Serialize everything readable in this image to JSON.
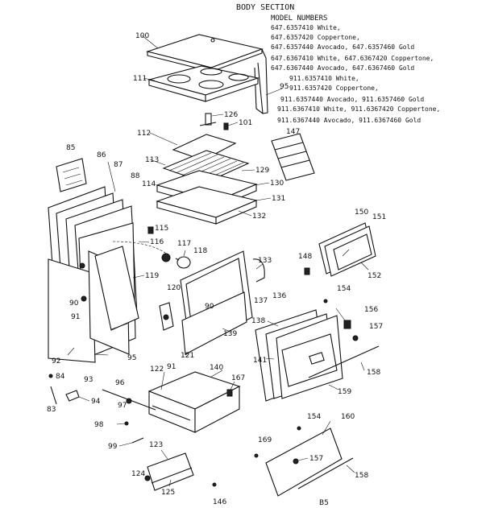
{
  "header": {
    "title": "BODY SECTION",
    "model_heading": "MODEL NUMBERS",
    "model_lines": [
      "647.6357410 White,",
      "647.6357420 Coppertone,",
      "647.6357440 Avocado, 647.6357460 Gold",
      "647.6367410 White, 647.6367420 Coppertone,",
      "647.6367440 Avocado, 647.6367460 Gold",
      "911.6357410 White,",
      "911.6357420 Coppertone,",
      "911.6357440 Avocado, 911.6357460 Gold",
      "911.6367410 White, 911.6367420 Coppertone,",
      "911.6367440 Avocado, 911.6367460 Gold"
    ]
  },
  "part_labels": {
    "p100": "100",
    "p111": "111",
    "p126": "126",
    "p101": "101",
    "p95a": "95",
    "p147": "147",
    "p112": "112",
    "p85": "85",
    "p86": "86",
    "p87": "87",
    "p88": "88",
    "p113": "113",
    "p129": "129",
    "p130": "130",
    "p114": "114",
    "p131": "131",
    "p132": "132",
    "p115": "115",
    "p116": "116",
    "p117": "117",
    "p118": "118",
    "p150": "150",
    "p151": "151",
    "p152": "152",
    "p148": "148",
    "p133": "133",
    "p119": "119",
    "p120": "120",
    "p90a": "90",
    "p90b": "90",
    "p91a": "91",
    "p137": "137",
    "p136": "136",
    "p154a": "154",
    "p156": "156",
    "p138": "138",
    "p139": "139",
    "p157a": "157",
    "p95b": "95",
    "p121": "121",
    "p141": "141",
    "p158a": "158",
    "p92": "92",
    "p122": "122",
    "p91b": "91",
    "p140": "140",
    "p167": "167",
    "p159": "159",
    "p84": "84",
    "p93": "93",
    "p96": "96",
    "p83": "83",
    "p94": "94",
    "p97": "97",
    "p98": "98",
    "p154b": "154",
    "p160": "160",
    "p169": "169",
    "p99": "99",
    "p123": "123",
    "p157b": "157",
    "p124": "124",
    "p125": "125",
    "p146": "146",
    "p158b": "158"
  },
  "footer": {
    "page_code": "B5"
  }
}
